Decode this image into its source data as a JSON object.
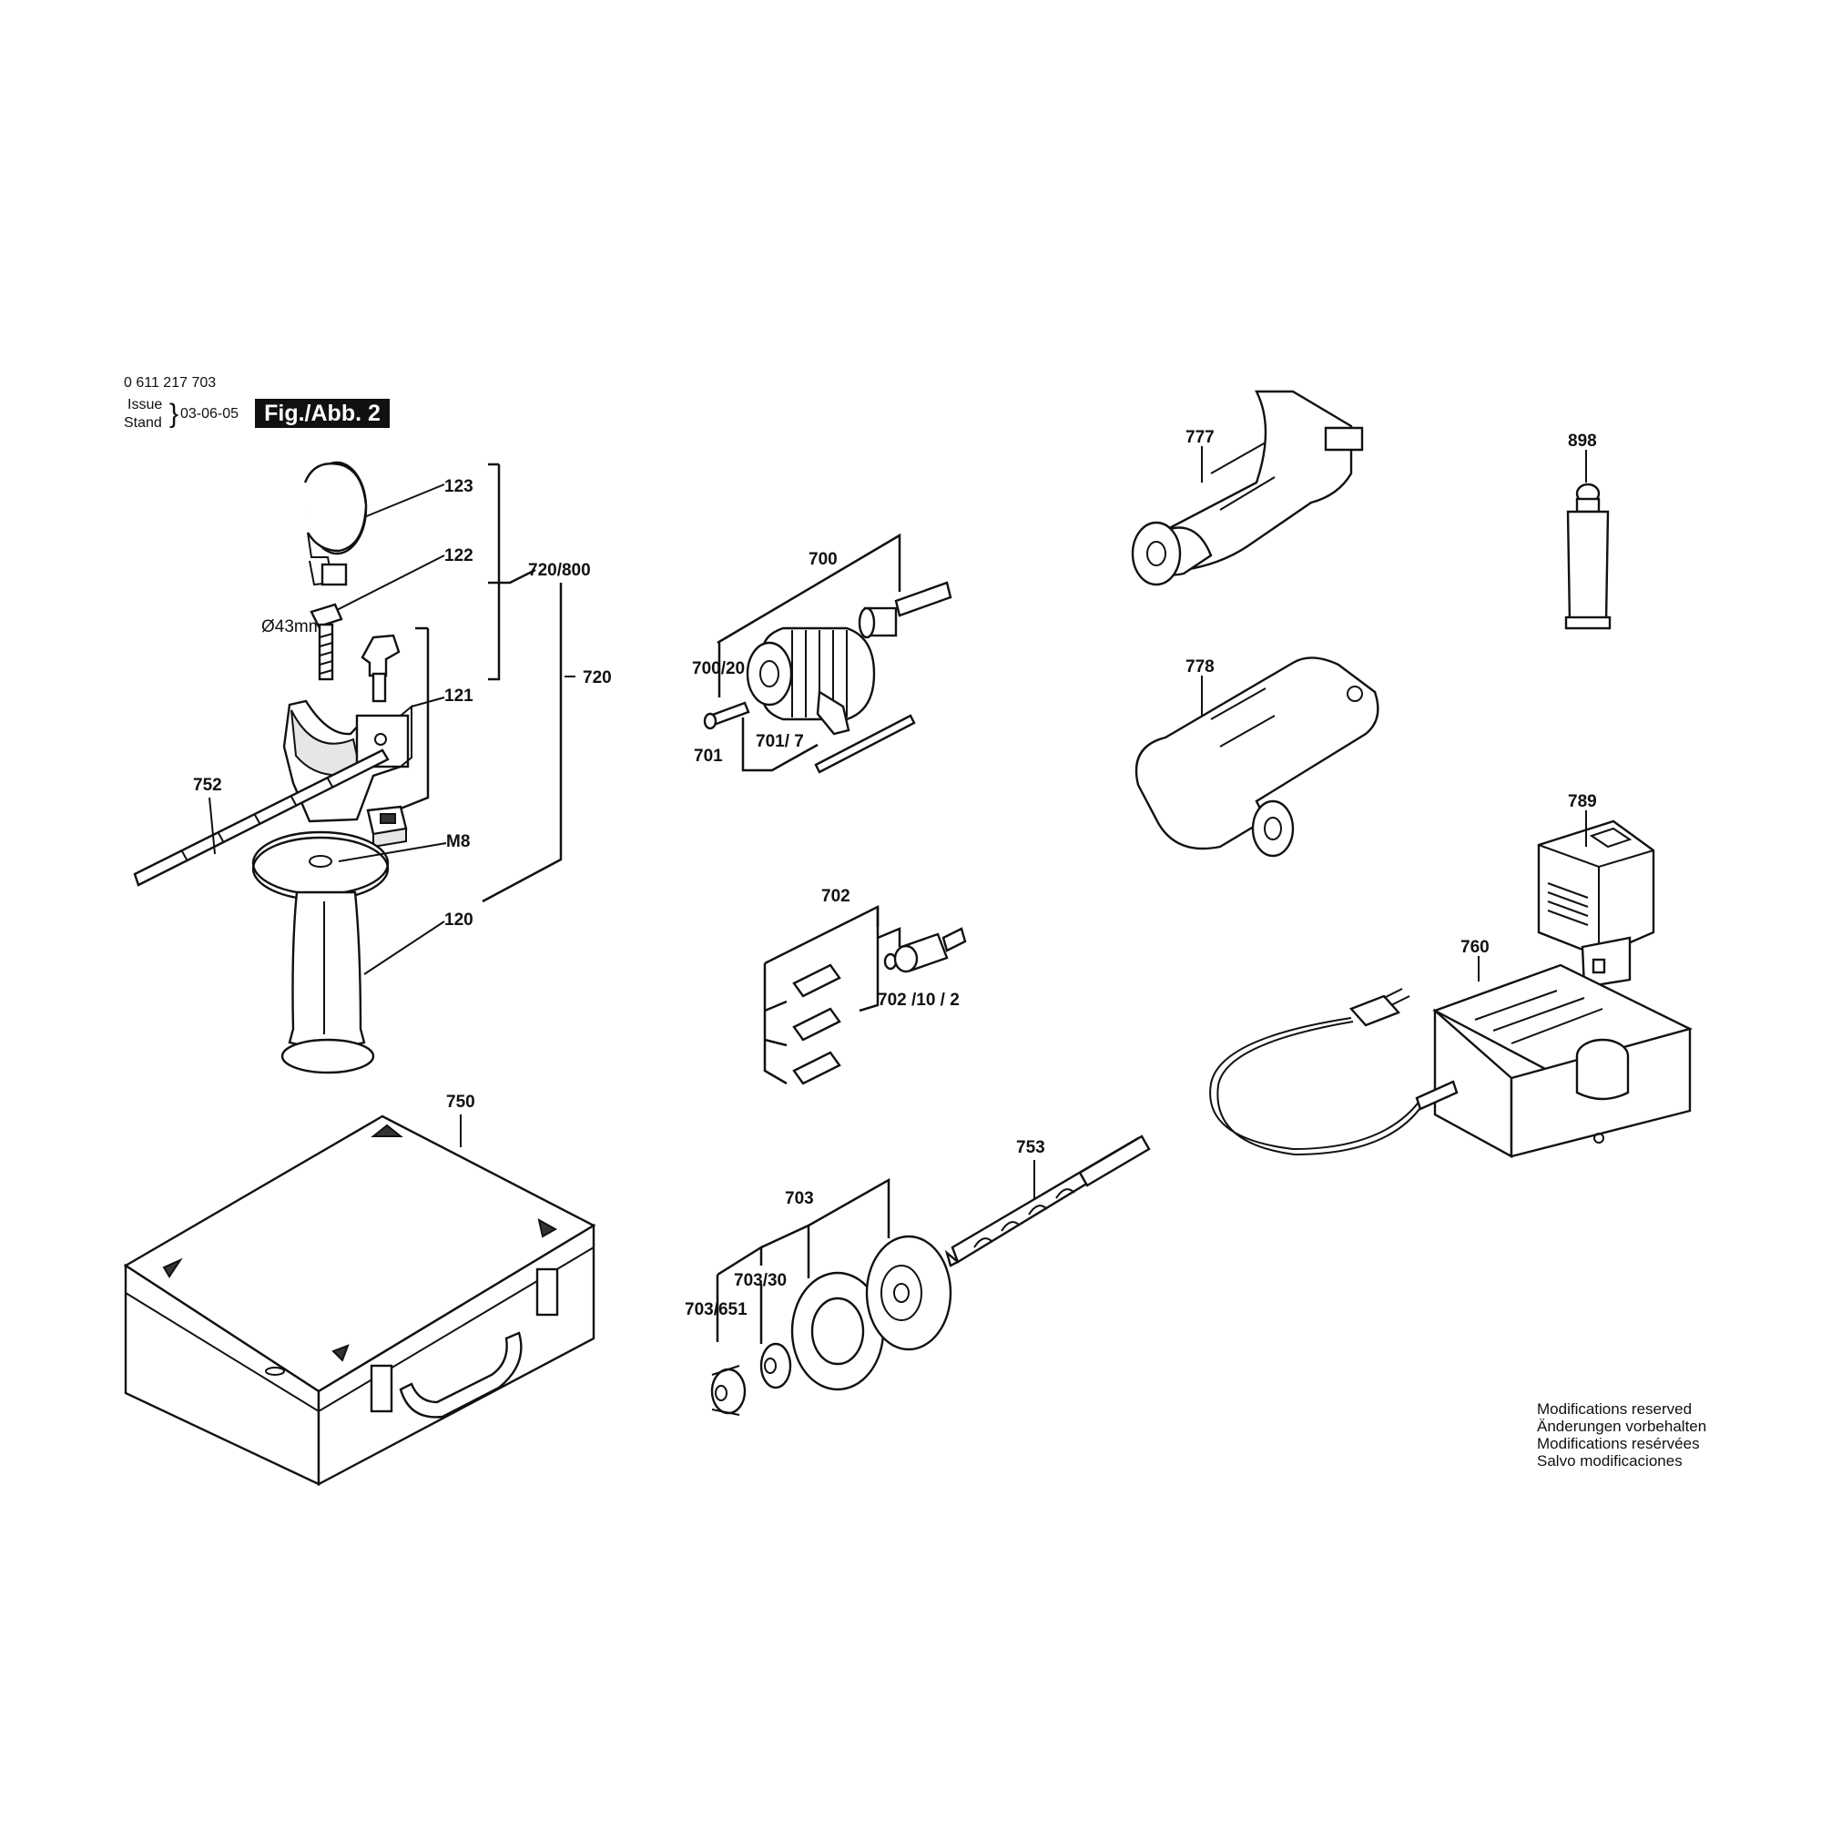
{
  "header": {
    "part_number": "0 611 217 703",
    "issue_label": "Issue",
    "stand_label": "Stand",
    "date": "03-06-05",
    "figure_label": "Fig./Abb. 2"
  },
  "diameter_label": "Ø43mm",
  "callouts": {
    "c123": "123",
    "c122": "122",
    "c121": "121",
    "c720_800": "720/800",
    "c720": "720",
    "c752": "752",
    "cM8": "M8",
    "c120": "120",
    "c750": "750",
    "c700": "700",
    "c700_20": "700/20",
    "c701": "701",
    "c701_7": "701/ 7",
    "c702": "702",
    "c702_10_2": "702 /10 / 2",
    "c703": "703",
    "c703_30": "703/30",
    "c703_651": "703/651",
    "c753": "753",
    "c777": "777",
    "c778": "778",
    "c898": "898",
    "c789": "789",
    "c760": "760"
  },
  "note": {
    "line1": "Modifications reserved",
    "line2": "Änderungen vorbehalten",
    "line3": "Modifications resérvées",
    "line4": "Salvo modificaciones"
  }
}
